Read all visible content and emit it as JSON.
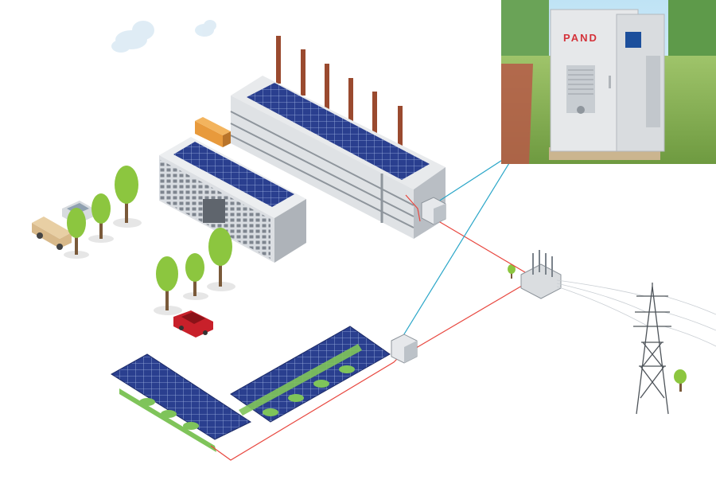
{
  "diagram": {
    "components": {
      "factory": "factory-with-rooftop-solar",
      "carport": "solar-carport-with-ev-charging",
      "substation": "grid-substation-transformer",
      "tower": "high-voltage-transmission-tower",
      "storage_cabinet": "battery-energy-storage-cabinet",
      "junction_boxes": [
        "factory-pcs-box",
        "carport-pcs-box"
      ]
    },
    "photo": {
      "brand_logo": "PAND"
    },
    "colors": {
      "power_line": "#e8473f",
      "signal_line": "#2aa6c8",
      "solar_panel": "#2a3f8f",
      "tree": "#8cc63f",
      "cabinet": "#e6e8ea",
      "brand": "#d4323a"
    }
  }
}
